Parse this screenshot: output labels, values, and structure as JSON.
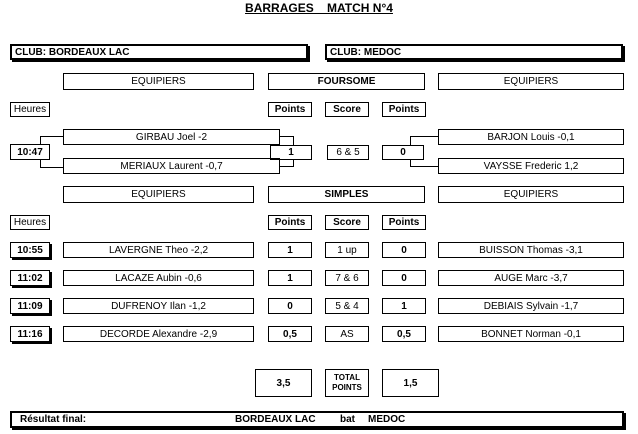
{
  "title": "BARRAGES    MATCH N°4",
  "club_left": "CLUB: BORDEAUX LAC",
  "club_right": "CLUB:  MEDOC",
  "equipiers": "EQUIPIERS",
  "foursome_header": "FOURSOME",
  "simples_header": "SIMPLES",
  "heures": "Heures",
  "points": "Points",
  "score": "Score",
  "foursome": {
    "time": "10:47",
    "left_players": [
      "GIRBAU Joel  -2",
      "MERIAUX Laurent  -0,7"
    ],
    "right_players": [
      "BARJON Louis  -0,1",
      "VAYSSE Frederic  1,2"
    ],
    "left_points": "1",
    "score": "6 & 5",
    "right_points": "0"
  },
  "simples": [
    {
      "time": "10:55",
      "left": "LAVERGNE Theo  -2,2",
      "left_points": "1",
      "score": "1 up",
      "right_points": "0",
      "right": "BUISSON Thomas  -3,1"
    },
    {
      "time": "11:02",
      "left": "LACAZE Aubin  -0,6",
      "left_points": "1",
      "score": "7 & 6",
      "right_points": "0",
      "right": "AUGE Marc  -3,7"
    },
    {
      "time": "11:09",
      "left": "DUFRENOY Ilan  -1,2",
      "left_points": "0",
      "score": "5 & 4",
      "right_points": "1",
      "right": "DEBIAIS Sylvain  -1,7"
    },
    {
      "time": "11:16",
      "left": "DECORDE Alexandre  -2,9",
      "left_points": "0,5",
      "score": "AS",
      "right_points": "0,5",
      "right": "BONNET Norman  -0,1"
    }
  ],
  "total": {
    "left": "3,5",
    "label_line1": "TOTAL",
    "label_line2": "POINTS",
    "right": "1,5"
  },
  "result": {
    "label": "Résultat final:",
    "winner": "BORDEAUX LAC",
    "verb": "bat",
    "loser": "MEDOC"
  }
}
